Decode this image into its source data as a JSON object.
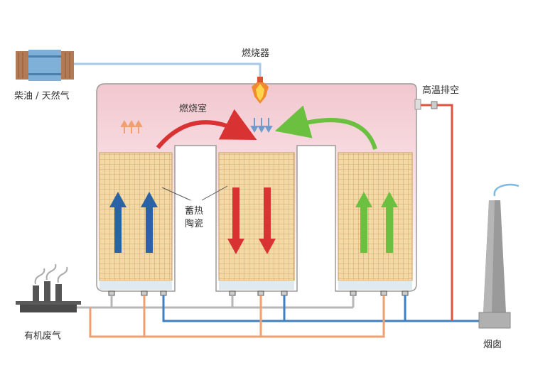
{
  "labels": {
    "fuel": "柴油 / 天然气",
    "burner": "燃烧器",
    "combustion_chamber": "燃烧室",
    "high_temp_exhaust": "高温排空",
    "ceramic_line1": "蓄热",
    "ceramic_line2": "陶瓷",
    "organic_waste_gas": "有机废气",
    "chimney": "烟囱"
  },
  "colors": {
    "chamber_top": "#f2c7cf",
    "chamber_bottom": "#fbeef0",
    "ceramic_fill": "#f3d9a6",
    "ceramic_grid": "#c89a5a",
    "flow_up_blue": "#2a62a6",
    "flow_down_red": "#d93232",
    "flow_up_green": "#6cc040",
    "inlet_pipe": "#b7b7b7",
    "outlet_pipe": "#3f7fc2",
    "purge_pipe": "#f0a070",
    "exhaust_pipe": "#e0533e",
    "fuel_pipe": "#a9c9e4"
  }
}
